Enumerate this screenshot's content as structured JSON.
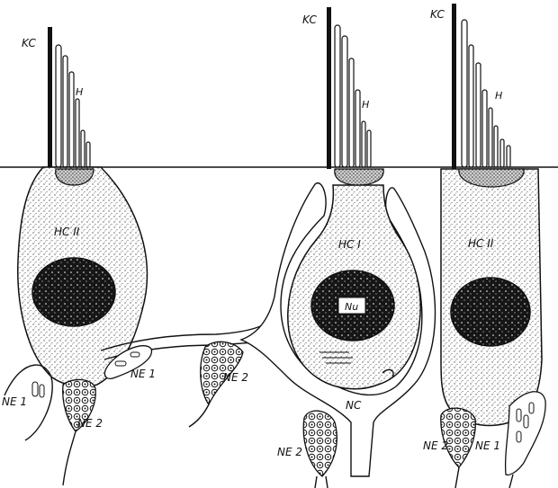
{
  "labels": {
    "kc_1": "KC",
    "kc_2": "KC",
    "kc_3": "KC",
    "h_1": "H",
    "h_2": "H",
    "h_3": "H",
    "hc2_left": "HC II",
    "hc1": "HC I",
    "hc2_right": "HC II",
    "nu": "Nu",
    "ne1_left": "NE 1",
    "ne2_left": "NE 2",
    "ne1_mid": "NE 1",
    "ne2_mid": "NE 2",
    "nc": "NC",
    "ne2_low": "NE 2",
    "ne2_right": "NE 2",
    "ne1_right": "NE 1"
  },
  "colors": {
    "ink": "#111111",
    "cytoplasm": "#dcdcdc",
    "nucleus": "#1a1a1a",
    "paper": "#ffffff"
  }
}
